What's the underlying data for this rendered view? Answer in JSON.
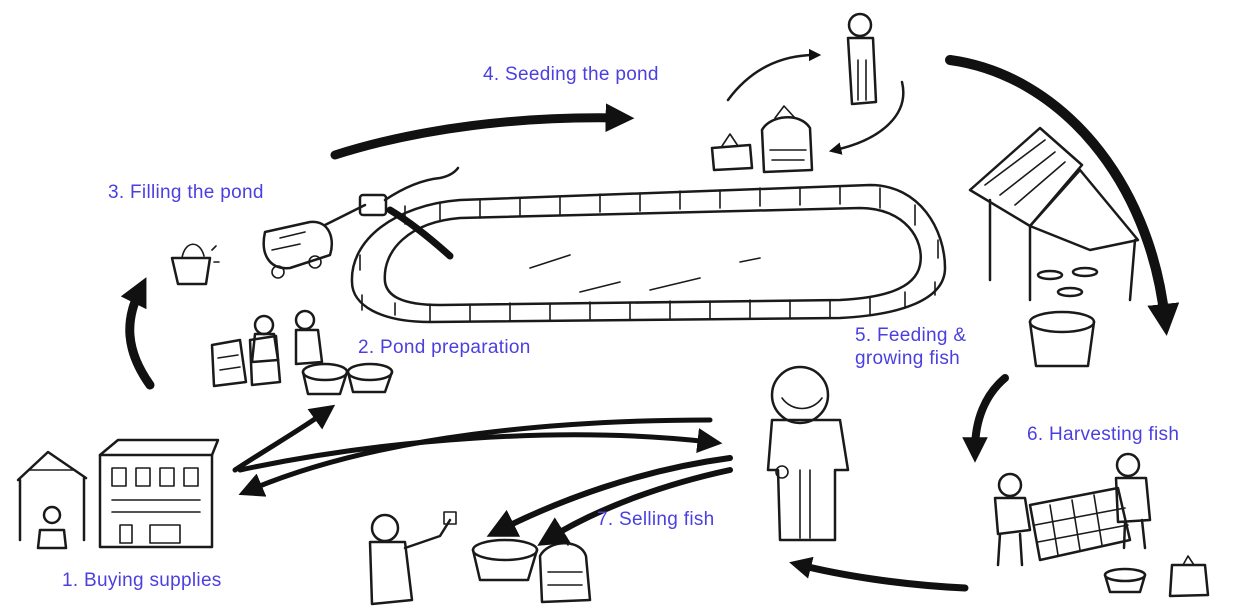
{
  "steps": [
    {
      "label": "1. Buying supplies"
    },
    {
      "label": "2. Pond preparation"
    },
    {
      "label": "3. Filling the pond"
    },
    {
      "label": "4. Seeding the pond"
    },
    {
      "label_line1": "5. Feeding &",
      "label_line2": "growing fish"
    },
    {
      "label": "6. Harvesting fish"
    },
    {
      "label": "7. Selling fish"
    }
  ],
  "colors": {
    "label": "#4b3fe0",
    "ink": "#1a1a1a"
  }
}
